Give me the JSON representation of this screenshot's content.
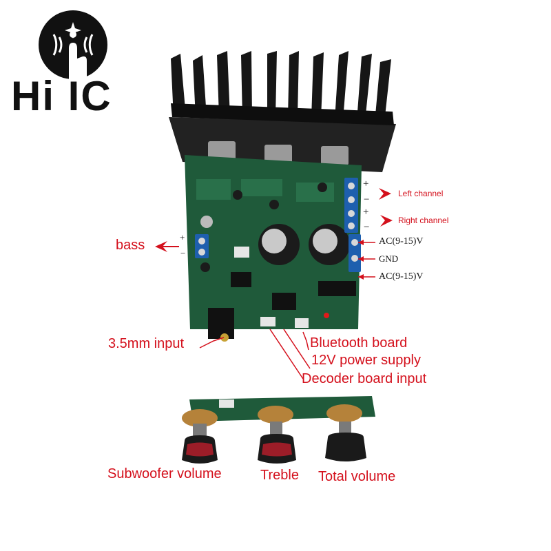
{
  "brand": {
    "name": "Hi IC",
    "color": "#111111"
  },
  "board": {
    "terminal_labels": {
      "plus_1": "+",
      "minus_1": "−",
      "plus_2": "+",
      "minus_2": "−",
      "bass_plus": "+",
      "bass_minus": "−"
    },
    "power_labels": {
      "ac_top": "AC(9-15)V",
      "gnd": "GND",
      "ac_bottom": "AC(9-15)V"
    }
  },
  "callouts": {
    "left_channel": "Left channel",
    "right_channel": "Right channel",
    "bass": "bass",
    "input_35mm": "3.5mm input",
    "bluetooth_board": "Bluetooth board",
    "power_12v": "12V power supply",
    "decoder_input": "Decoder board input"
  },
  "knobs": {
    "subwoofer": "Subwoofer volume",
    "treble": "Treble",
    "total": "Total volume"
  },
  "colors": {
    "callout_red": "#d4101c",
    "pcb_green": "#1f5a3a",
    "heatsink": "#161616",
    "terminal_blue": "#1e5fae"
  }
}
